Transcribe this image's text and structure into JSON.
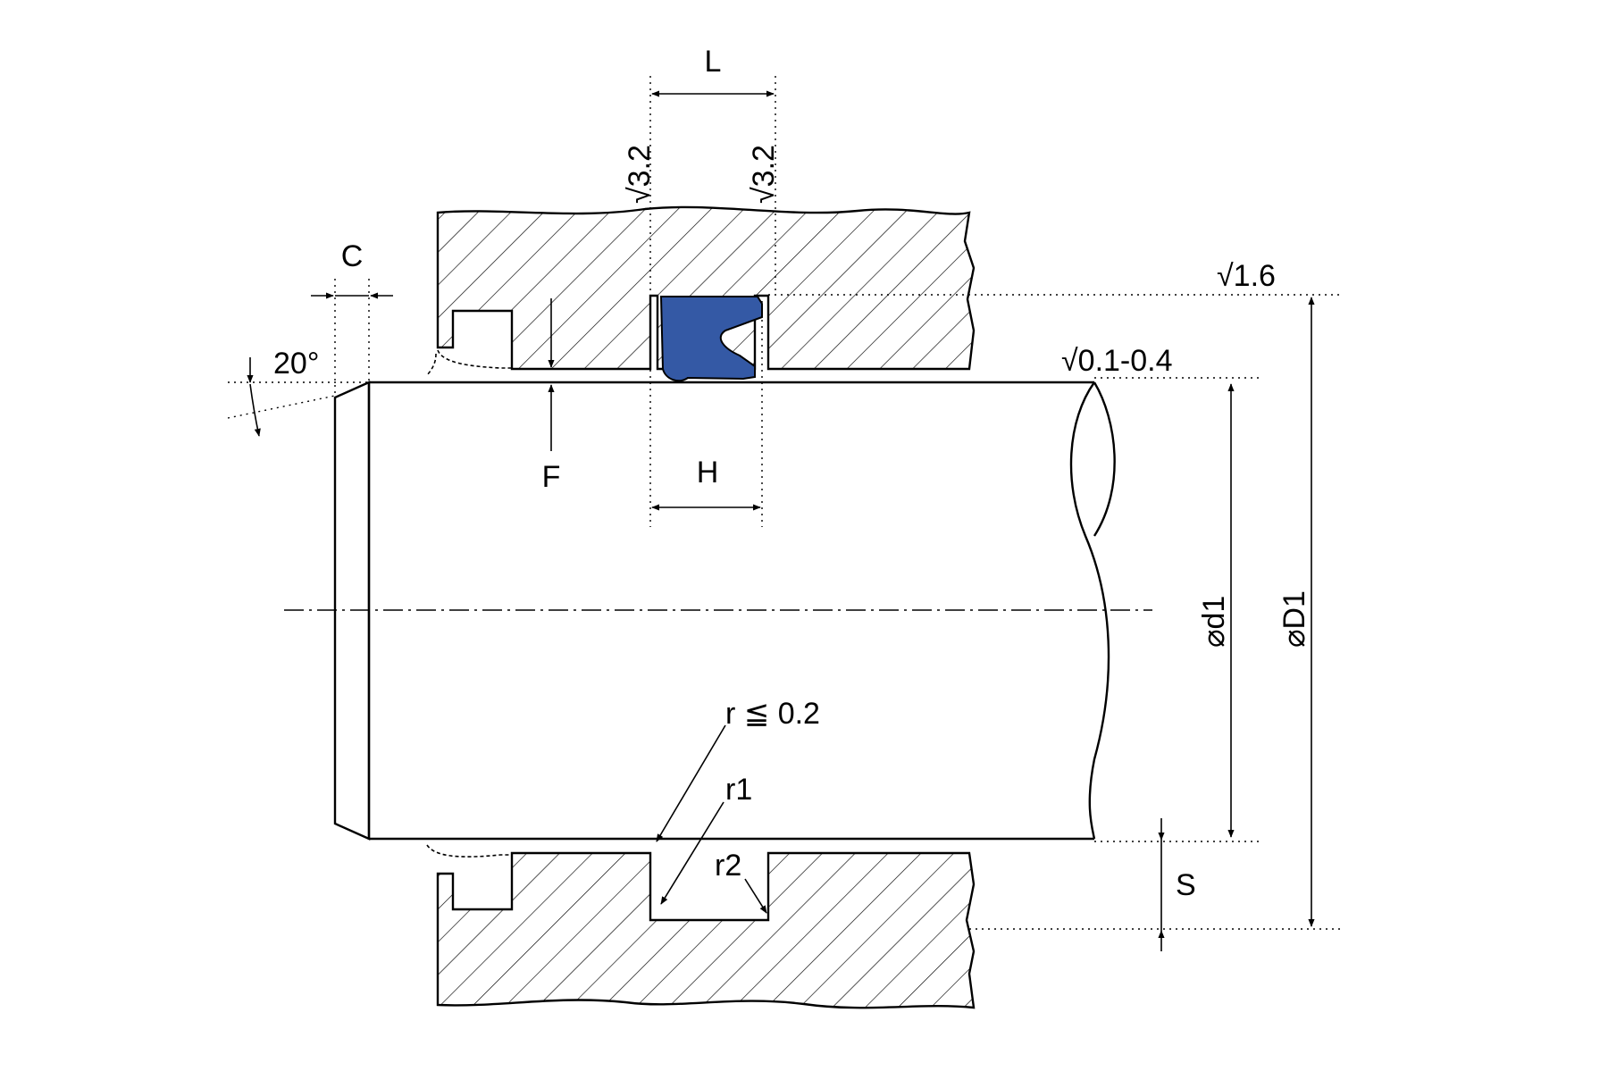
{
  "labels": {
    "L": "L",
    "finish_left": "√3.2",
    "finish_right": "√3.2",
    "C": "C",
    "finish_bore": "√1.6",
    "angle": "20°",
    "finish_rod": "√0.1-0.4",
    "F": "F",
    "H": "H",
    "d1": "⌀d1",
    "D1": "⌀D1",
    "r_max": "r ≦ 0.2",
    "r1": "r1",
    "r2": "r2",
    "S": "S"
  },
  "colors": {
    "seal": "#3459A5",
    "line": "#000000",
    "background": "#FFFFFF"
  }
}
